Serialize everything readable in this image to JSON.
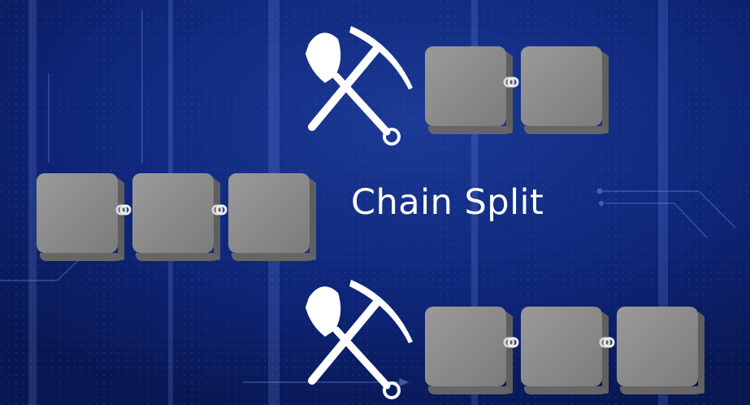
{
  "title": "Chain Split",
  "colors": {
    "background": "#0b1f6a",
    "block": "#8e8e8e",
    "link": "#d8d8d8",
    "tool": "#ffffff",
    "text": "#ffffff"
  },
  "icons": [
    "shovel-icon",
    "pickaxe-icon",
    "chain-link-icon"
  ],
  "chains": [
    {
      "id": "main-chain",
      "blocks": 3,
      "mined": false
    },
    {
      "id": "top-fork",
      "blocks": 2,
      "mined": true
    },
    {
      "id": "bottom-fork",
      "blocks": 3,
      "mined": true
    }
  ]
}
